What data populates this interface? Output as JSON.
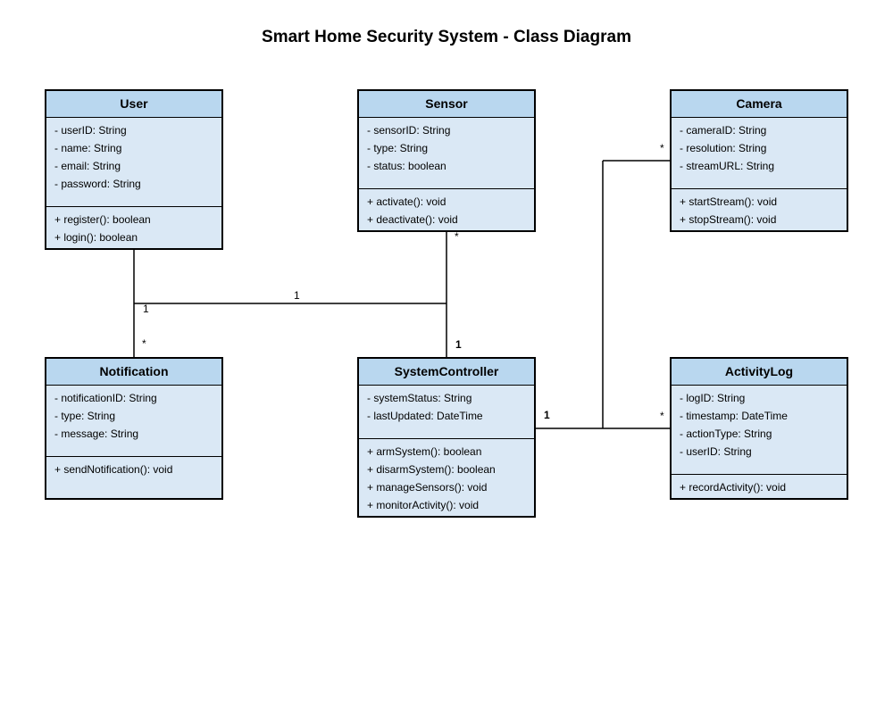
{
  "title": "Smart Home Security System - Class Diagram",
  "colors": {
    "header": "#b9d7ef",
    "body": "#dae8f5",
    "border": "#000000",
    "line": "#000000"
  },
  "classes": {
    "user": {
      "name": "User",
      "attributes": [
        "- userID: String",
        "- name: String",
        "- email: String",
        "- password: String"
      ],
      "methods": [
        "+ register(): boolean",
        "+ login(): boolean"
      ]
    },
    "sensor": {
      "name": "Sensor",
      "attributes": [
        "- sensorID: String",
        "- type: String",
        "- status: boolean"
      ],
      "methods": [
        "+ activate(): void",
        "+ deactivate(): void"
      ]
    },
    "camera": {
      "name": "Camera",
      "attributes": [
        "- cameraID: String",
        "- resolution: String",
        "- streamURL: String"
      ],
      "methods": [
        "+ startStream(): void",
        "+ stopStream(): void"
      ]
    },
    "notification": {
      "name": "Notification",
      "attributes": [
        "- notificationID: String",
        "- type: String",
        "- message: String"
      ],
      "methods": [
        "+ sendNotification(): void"
      ]
    },
    "systemController": {
      "name": "SystemController",
      "attributes": [
        "- systemStatus: String",
        "- lastUpdated: DateTime"
      ],
      "methods": [
        "+ armSystem(): boolean",
        "+ disarmSystem(): boolean",
        "+ manageSensors(): void",
        "+ monitorActivity(): void"
      ]
    },
    "activityLog": {
      "name": "ActivityLog",
      "attributes": [
        "- logID: String",
        "- timestamp: DateTime",
        "- actionType: String",
        "- userID: String"
      ],
      "methods": [
        "+ recordActivity(): void"
      ]
    }
  },
  "multiplicities": {
    "user_controller_mid": "1",
    "user_side": "1",
    "notification_side": "*",
    "sensor_side": "*",
    "controller_top": "1",
    "controller_right": "1",
    "camera_side": "*",
    "activitylog_side": "*"
  }
}
